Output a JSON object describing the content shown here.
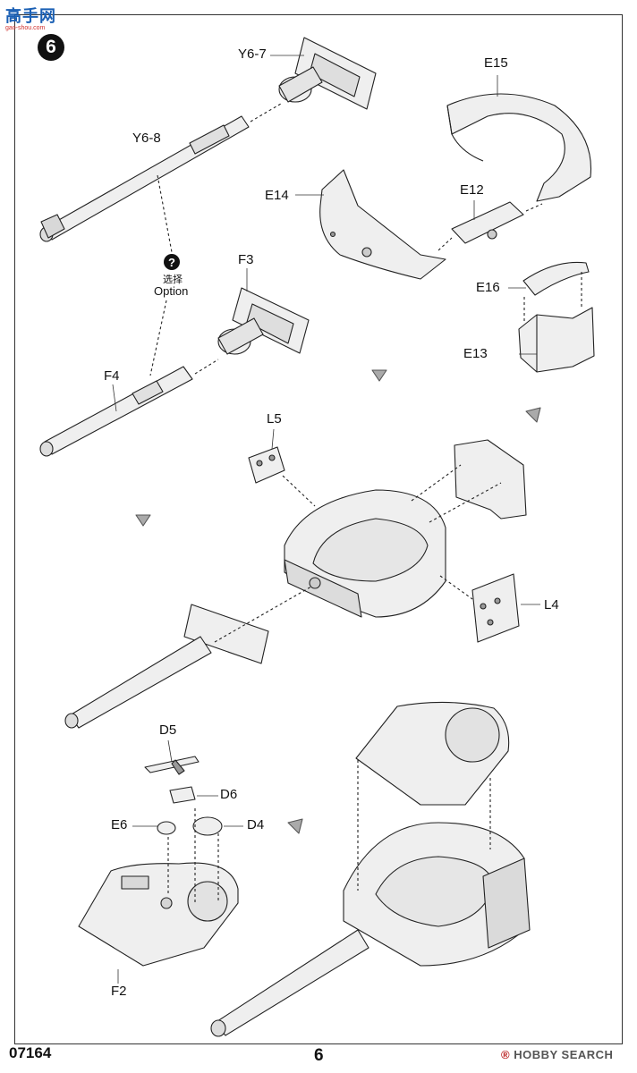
{
  "watermark": {
    "site_cn": "高手网",
    "site_url": "gao-shou.com"
  },
  "step": {
    "number": "6"
  },
  "labels": {
    "y6_7": "Y6-7",
    "y6_8": "Y6-8",
    "e15": "E15",
    "e14": "E14",
    "e12": "E12",
    "e16": "E16",
    "e13": "E13",
    "f3": "F3",
    "f4": "F4",
    "l5": "L5",
    "l4": "L4",
    "d5": "D5",
    "d6": "D6",
    "e6": "E6",
    "d4": "D4",
    "f2": "F2"
  },
  "option": {
    "mark": "?",
    "cn": "选择",
    "en": "Option"
  },
  "footer": {
    "catalog_number": "07164",
    "page_number": "6",
    "brand_r": "®",
    "brand_text": "HOBBY SEARCH"
  }
}
